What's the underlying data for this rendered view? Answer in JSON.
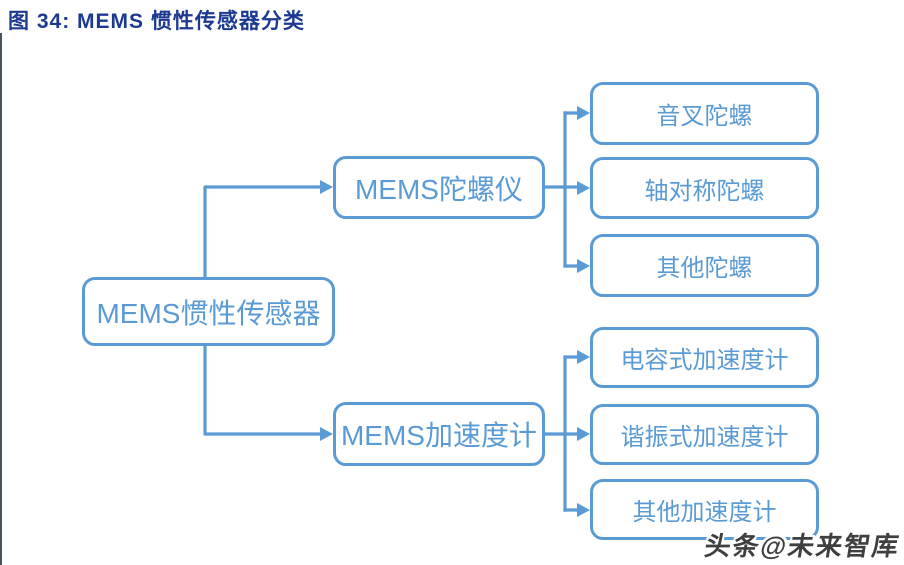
{
  "figure": {
    "title": "图 34: MEMS 惯性传感器分类"
  },
  "colors": {
    "accent_blue": "#5b9bd5",
    "title_navy": "#1d3a91",
    "watermark_gray": "#3f3f3f",
    "left_rule_gray": "#4a545c"
  },
  "tree": {
    "root": {
      "label": "MEMS惯性传感器"
    },
    "branches": [
      {
        "label": "MEMS陀螺仪",
        "children": [
          {
            "label": "音叉陀螺"
          },
          {
            "label": "轴对称陀螺"
          },
          {
            "label": "其他陀螺"
          }
        ]
      },
      {
        "label": "MEMS加速度计",
        "children": [
          {
            "label": "电容式加速度计"
          },
          {
            "label": "谐振式加速度计"
          },
          {
            "label": "其他加速度计"
          }
        ]
      }
    ]
  },
  "watermark": {
    "text": "头条@未来智库"
  }
}
